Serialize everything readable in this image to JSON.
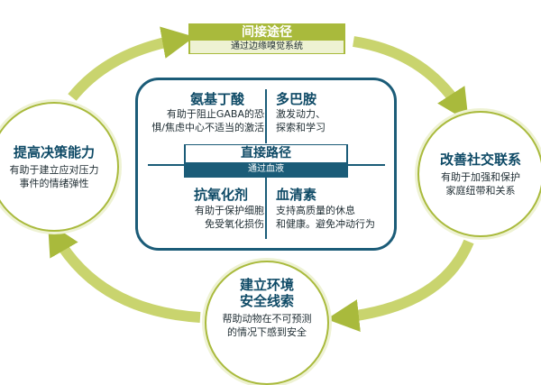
{
  "colors": {
    "green": "#a9ba3c",
    "green_light": "#eef2d3",
    "navy": "#1b5c78",
    "title_blue": "#0e4a66"
  },
  "indirect": {
    "title": "间接途径",
    "subtitle": "通过边缘嗅觉系统"
  },
  "direct": {
    "title": "直接路径",
    "subtitle": "通过血液"
  },
  "quadrants": {
    "amino": {
      "title": "氨基丁酸",
      "lines": [
        "有助于阻止GABA的恐",
        "惧/焦虑中心不适当的激活"
      ]
    },
    "dopamine": {
      "title": "多巴胺",
      "lines": [
        "激发动力、",
        "探索和学习"
      ]
    },
    "antioxidant": {
      "title": "抗氧化剂",
      "lines": [
        "有助于保护细胞",
        "免受氧化损伤"
      ]
    },
    "serotonin": {
      "title": "血清素",
      "lines": [
        "支持高质量的休息",
        "和健康。避免冲动行为"
      ]
    }
  },
  "left": {
    "title": "提高决策能力",
    "lines": [
      "有助于建立应对压力",
      "事件的情绪弹性"
    ]
  },
  "right": {
    "title": "改善社交联系",
    "lines": [
      "有助于加强和保护",
      "家庭纽带和关系"
    ]
  },
  "bottom": {
    "title_lines": [
      "建立环境",
      "安全线索"
    ],
    "lines": [
      "帮助动物在不可预测",
      "的情况下感到安全"
    ]
  }
}
